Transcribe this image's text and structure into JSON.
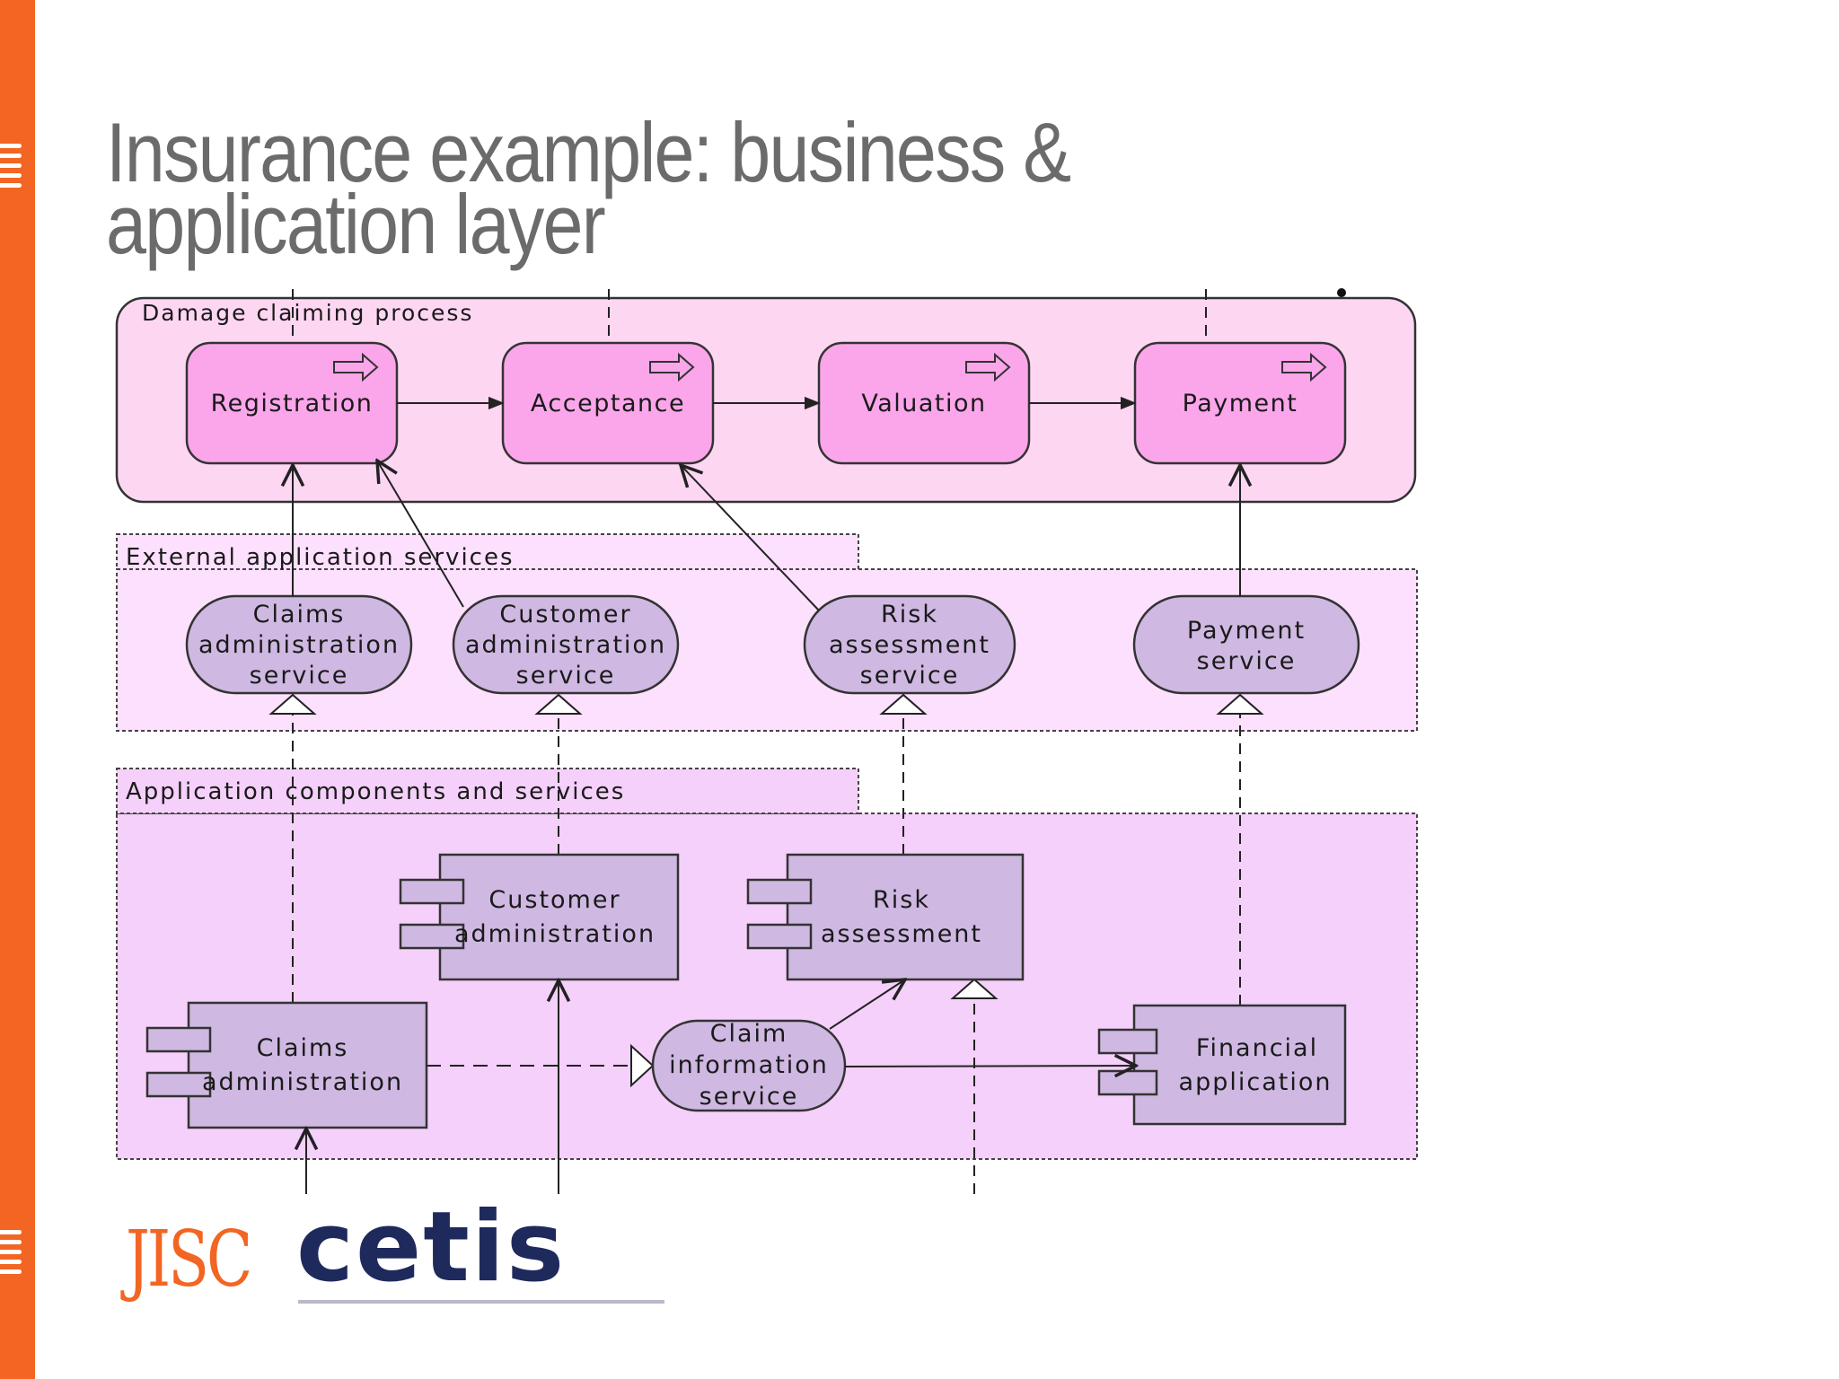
{
  "slide": {
    "title_line1": "Insurance example: business &",
    "title_line2": "application layer"
  },
  "process": {
    "group_label": "Damage claiming process",
    "steps": [
      "Registration",
      "Acceptance",
      "Valuation",
      "Payment"
    ]
  },
  "external_services": {
    "group_label": "External application services",
    "items": [
      [
        "Claims",
        "administration",
        "service"
      ],
      [
        "Customer",
        "administration",
        "service"
      ],
      [
        "Risk",
        "assessment",
        "service"
      ],
      [
        "Payment",
        "service"
      ]
    ]
  },
  "components": {
    "group_label": "Application components and services",
    "customer_admin": [
      "Customer",
      "administration"
    ],
    "risk_assessment": [
      "Risk",
      "assessment"
    ],
    "claims_admin": [
      "Claims",
      "administration"
    ],
    "financial_app": [
      "Financial",
      "application"
    ],
    "claim_info_service": [
      "Claim",
      "information",
      "service"
    ]
  },
  "logo": {
    "jisc": "JISC",
    "cetis": "cetis"
  },
  "colors": {
    "accent_orange": "#f26522",
    "process_fill": "#fdd6f2",
    "step_fill": "#fba6ea",
    "service_fill": "#cfb8e2",
    "ext_layer_fill": "#fde0fd",
    "app_layer_fill": "#f5d0fa",
    "logo_navy": "#1f2a5c"
  }
}
